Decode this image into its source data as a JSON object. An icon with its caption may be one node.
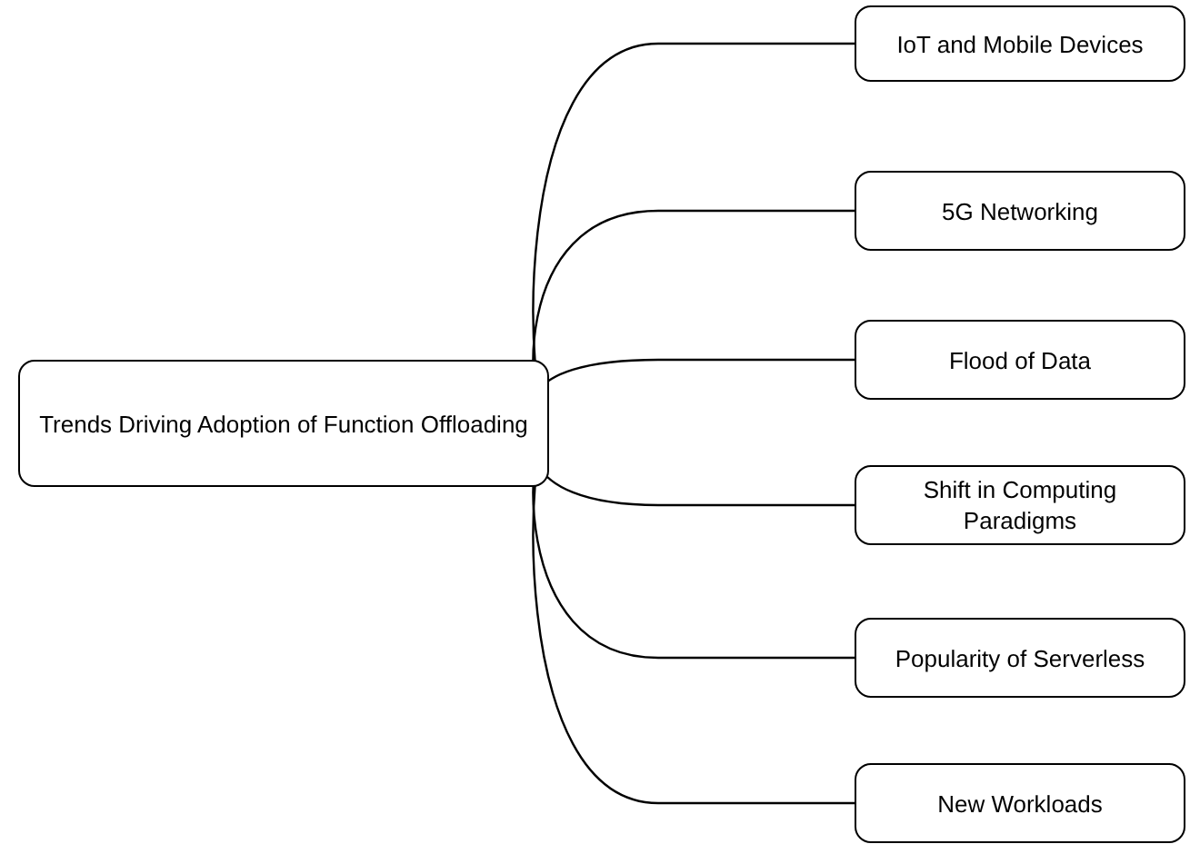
{
  "diagram": {
    "nodes": [
      {
        "text": [
          "Trends Driving Adoption of Function Offloading"
        ]
      },
      {
        "text": [
          "IoT and Mobile Devices"
        ]
      },
      {
        "text": [
          "5G Networking"
        ]
      },
      {
        "text": [
          "Flood of Data"
        ]
      },
      {
        "text": [
          "Shift in Computing Paradigms"
        ]
      },
      {
        "text": [
          "Popularity of Serverless"
        ]
      },
      {
        "text": [
          "New Workloads"
        ]
      }
    ],
    "edges": [
      {
        "from": 0,
        "to": 1,
        "arrow": "none"
      },
      {
        "from": 0,
        "to": 2,
        "arrow": "none"
      },
      {
        "from": 0,
        "to": 3,
        "arrow": "none"
      },
      {
        "from": 0,
        "to": 4,
        "arrow": "none"
      },
      {
        "from": 0,
        "to": 5,
        "arrow": "none"
      },
      {
        "from": 0,
        "to": 6,
        "arrow": "none"
      }
    ]
  }
}
